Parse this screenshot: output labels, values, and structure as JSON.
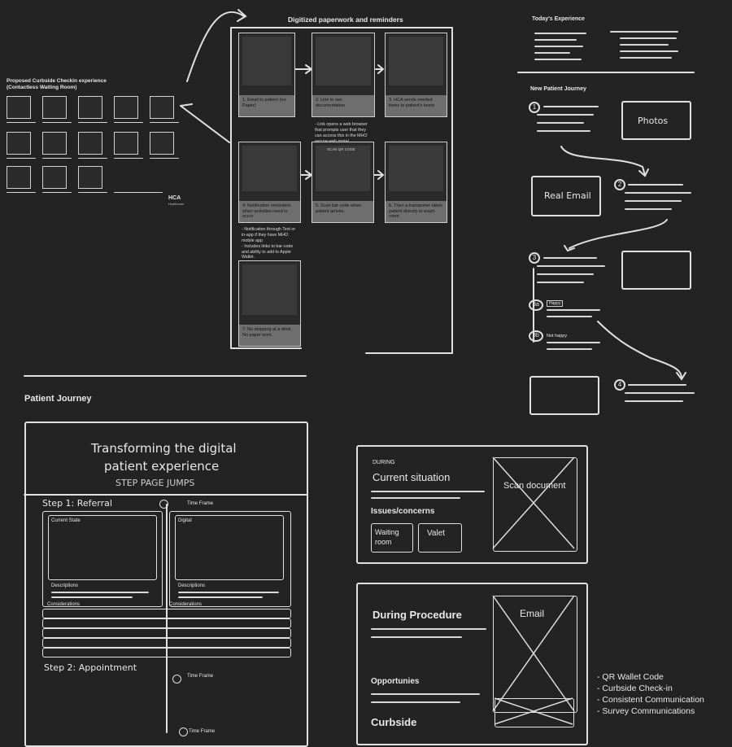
{
  "storyboard": {
    "title": "Proposed Curbside Checkin experience",
    "subtitle": "(Contactless Waiting Room)",
    "footer_logo": "HCA",
    "footer_logo_sub": "Healthcare"
  },
  "digitized": {
    "title": "Digitized paperwork and reminders",
    "steps": [
      {
        "caption": "1. Email to patient (no Paper)"
      },
      {
        "caption": "2. Link to see documentation",
        "note": "- Link opens a web browser that prompts user that they can access this in the MHO secure web portal"
      },
      {
        "caption": "3. HCA sends needed items to patient's home"
      },
      {
        "caption": "4. Notification reminders when activities need to occur",
        "note": "- Notification through Text or in-app if they have MHO mobile app\n- Includes links to bar-code and ability to add to Apple Wallet."
      },
      {
        "caption": "5. Scan bar code when patient arrives."
      },
      {
        "caption": "6. Then a transporter takes patient directly to exam room"
      },
      {
        "caption": "7. No stopping at a desk. No paper work."
      }
    ],
    "scan_label": "SCAN QR CODE"
  },
  "todays_experience": {
    "title": "Today's Experience"
  },
  "new_patient_journey": {
    "title": "New Patient Journey",
    "steps": [
      "1",
      "2",
      "3",
      "3a",
      "3b",
      "4"
    ],
    "photos_label": "Photos",
    "real_email_label": "Real Email",
    "happy_label": "Happy",
    "not_happy_label": "Not happy"
  },
  "patient_journey": {
    "title": "Patient Journey",
    "card_title_line1": "Transforming the digital",
    "card_title_line2": "patient experience",
    "card_subtitle": "STEP PAGE JUMPS",
    "step1": "Step 1: Referral",
    "step2": "Step 2: Appointment",
    "time_frame": "Time Frame",
    "current_state": "Current State",
    "digital": "Digital",
    "descriptions": "Descriptions",
    "considerations": "Considerations"
  },
  "during_card": {
    "small_label": "DURING",
    "title": "Current situation",
    "image_label": "Scan document",
    "issues_title": "Issues/concerns",
    "chips": [
      "Waiting room",
      "Valet"
    ]
  },
  "procedure_card": {
    "title": "During Procedure",
    "image_label": "Email",
    "opportunities": "Opportunies",
    "curbside": "Curbside"
  },
  "bullets": [
    "- QR Wallet Code",
    "- Curbside Check-in",
    "- Consistent Communication",
    "- Survey Communications"
  ]
}
